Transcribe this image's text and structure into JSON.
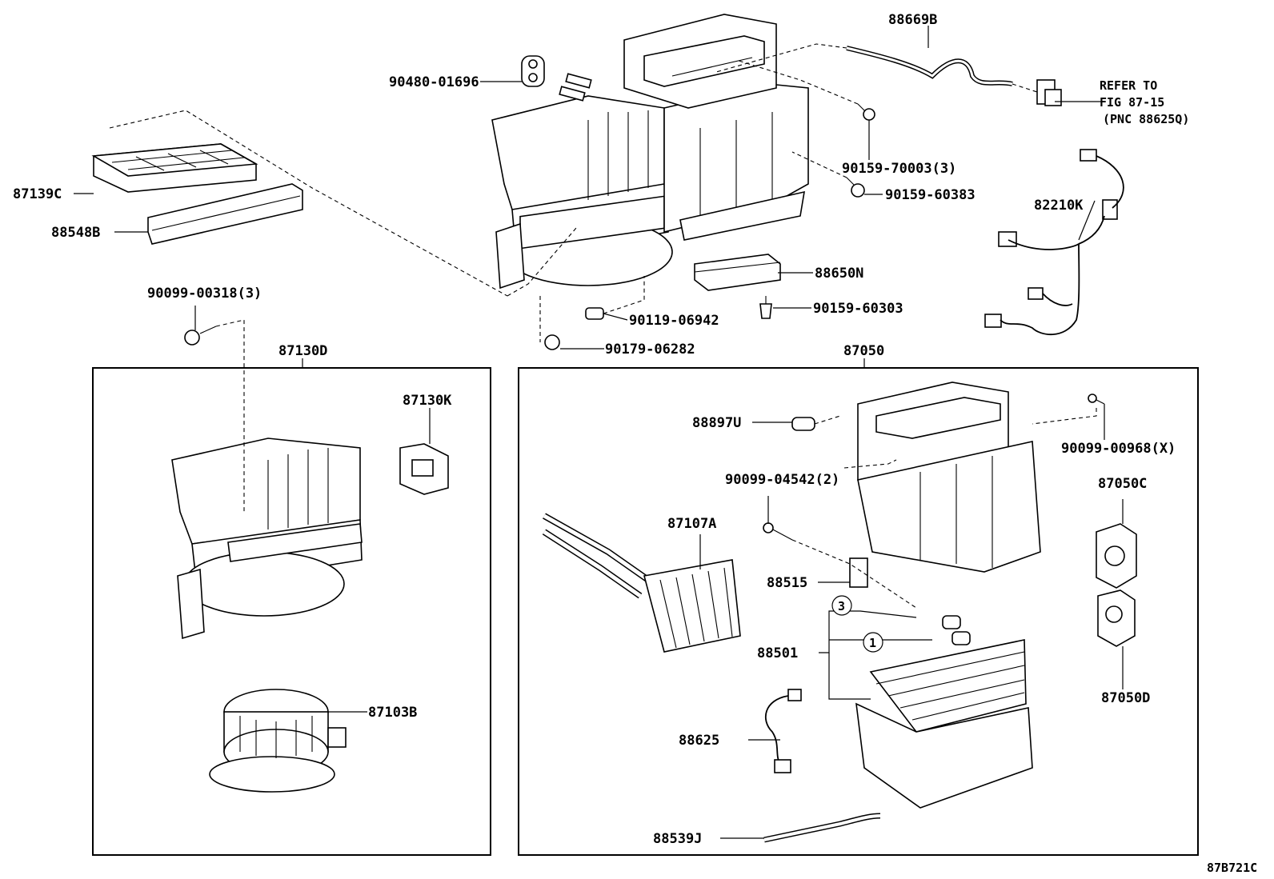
{
  "labels": {
    "p88669b": "88669B",
    "p90480": "90480-01696",
    "refer1": "REFER TO",
    "refer2": "FIG 87-15",
    "refer3": "(PNC 88625Q)",
    "p87139c": "87139C",
    "p88548b": "88548B",
    "p90159_70003": "90159-70003(3)",
    "p90159_60383": "90159-60383",
    "p82210k": "82210K",
    "p88650n": "88650N",
    "p90159_60303": "90159-60303",
    "p90119": "90119-06942",
    "p90099_00318": "90099-00318(3)",
    "p90179": "90179-06282",
    "p87130d": "87130D",
    "p87050": "87050",
    "p87130k": "87130K",
    "p88897u": "88897U",
    "p90099_00968": "90099-00968(X)",
    "p90099_04542": "90099-04542(2)",
    "p87050c": "87050C",
    "p87107a": "87107A",
    "p88515": "88515",
    "c3": "3",
    "c1": "1",
    "p88501": "88501",
    "p87050d": "87050D",
    "p87103b": "87103B",
    "p88625": "88625",
    "p88539j": "88539J",
    "figcode": "87B721C"
  }
}
